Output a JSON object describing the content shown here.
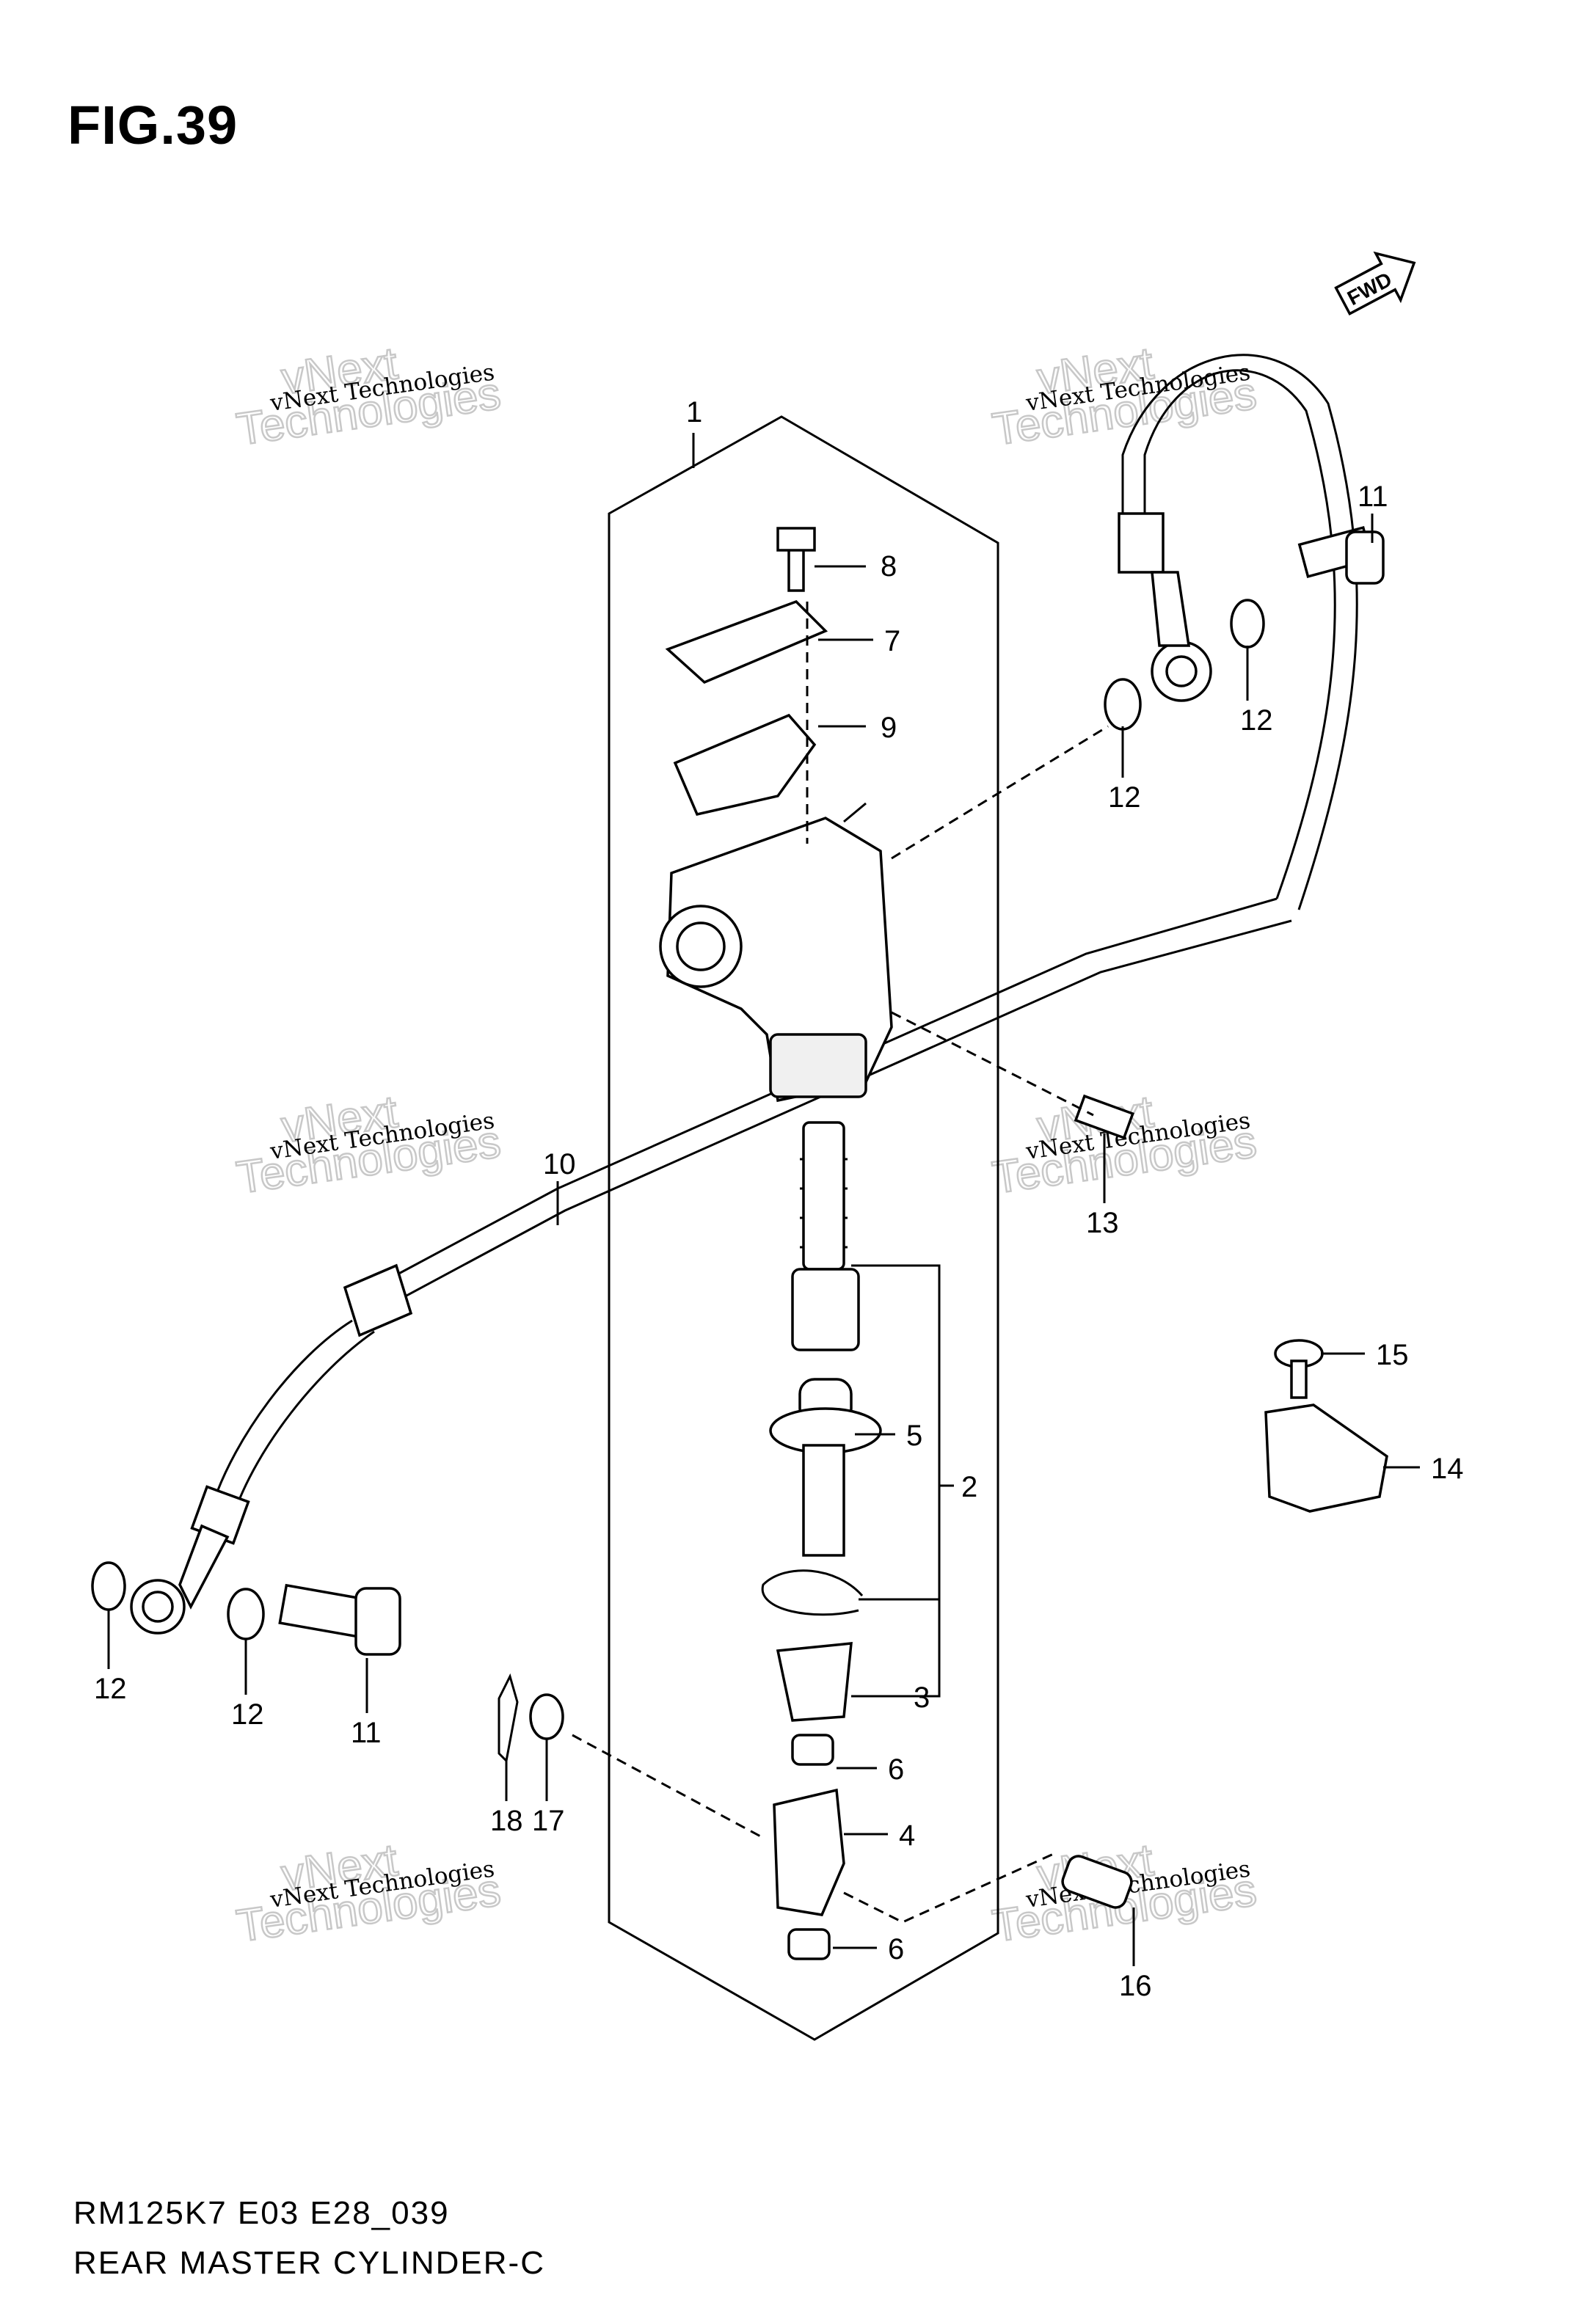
{
  "figure": {
    "title": "FIG.39",
    "fwd_label": "FWD"
  },
  "footer": {
    "code": "RM125K7 E03 E28_039",
    "name": "REAR MASTER CYLINDER-C"
  },
  "watermarks": [
    {
      "brand": "vNext",
      "line": "vNext Technologies",
      "big": "Technologies"
    },
    {
      "brand": "vNext",
      "line": "vNext Technologies",
      "big": "Technologies"
    },
    {
      "brand": "vNext",
      "line": "vNext Technologies",
      "big": "Technologies"
    },
    {
      "brand": "vNext",
      "line": "vNext Technologies",
      "big": "Technologies"
    },
    {
      "brand": "vNext",
      "line": "vNext Technologies",
      "big": "Technologies"
    },
    {
      "brand": "vNext",
      "line": "vNext Technologies",
      "big": "Technologies"
    }
  ],
  "callouts": [
    "1",
    "8",
    "7",
    "9",
    "11",
    "12",
    "12",
    "10",
    "13",
    "2",
    "5",
    "3",
    "6",
    "4",
    "6",
    "15",
    "14",
    "12",
    "12",
    "11",
    "18",
    "17",
    "16"
  ]
}
